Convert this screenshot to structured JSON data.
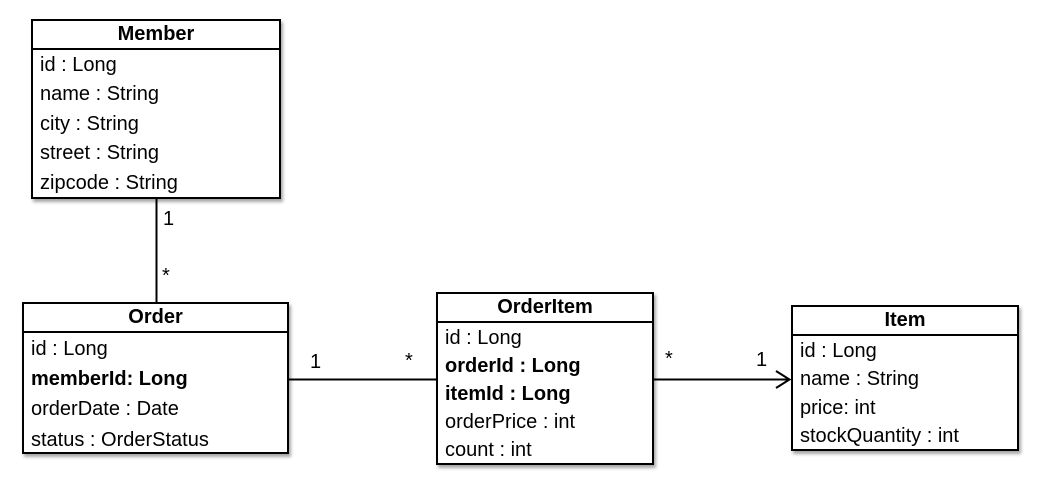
{
  "diagram": {
    "kind": "uml-class-diagram",
    "colors": {
      "canvas_background": "#ffffff",
      "box_background": "#ffffff",
      "box_border": "#000000",
      "text": "#000000"
    },
    "classes": [
      {
        "name": "Member",
        "attributes": [
          {
            "text": "id : Long",
            "bold": false
          },
          {
            "text": "name : String",
            "bold": false
          },
          {
            "text": "city : String",
            "bold": false
          },
          {
            "text": "street : String",
            "bold": false
          },
          {
            "text": "zipcode : String",
            "bold": false
          }
        ]
      },
      {
        "name": "Order",
        "attributes": [
          {
            "text": "id : Long",
            "bold": false
          },
          {
            "text": "memberId: Long",
            "bold": true
          },
          {
            "text": "orderDate : Date",
            "bold": false
          },
          {
            "text": "status : OrderStatus",
            "bold": false
          }
        ]
      },
      {
        "name": "OrderItem",
        "attributes": [
          {
            "text": "id : Long",
            "bold": false
          },
          {
            "text": "orderId : Long",
            "bold": true
          },
          {
            "text": "itemId : Long",
            "bold": true
          },
          {
            "text": "orderPrice : int",
            "bold": false
          },
          {
            "text": "count : int",
            "bold": false
          }
        ]
      },
      {
        "name": "Item",
        "attributes": [
          {
            "text": "id : Long",
            "bold": false
          },
          {
            "text": "name : String",
            "bold": false
          },
          {
            "text": "price: int",
            "bold": false
          },
          {
            "text": "stockQuantity : int",
            "bold": false
          }
        ]
      }
    ],
    "relationships": [
      {
        "from": "Member",
        "to": "Order",
        "from_label": "1",
        "to_label": "*",
        "arrow": "none",
        "orientation": "vertical"
      },
      {
        "from": "Order",
        "to": "OrderItem",
        "from_label": "1",
        "to_label": "*",
        "arrow": "none",
        "orientation": "horizontal"
      },
      {
        "from": "OrderItem",
        "to": "Item",
        "from_label": "*",
        "to_label": "1",
        "arrow": "open-arrowhead-at-item",
        "orientation": "horizontal"
      }
    ]
  }
}
